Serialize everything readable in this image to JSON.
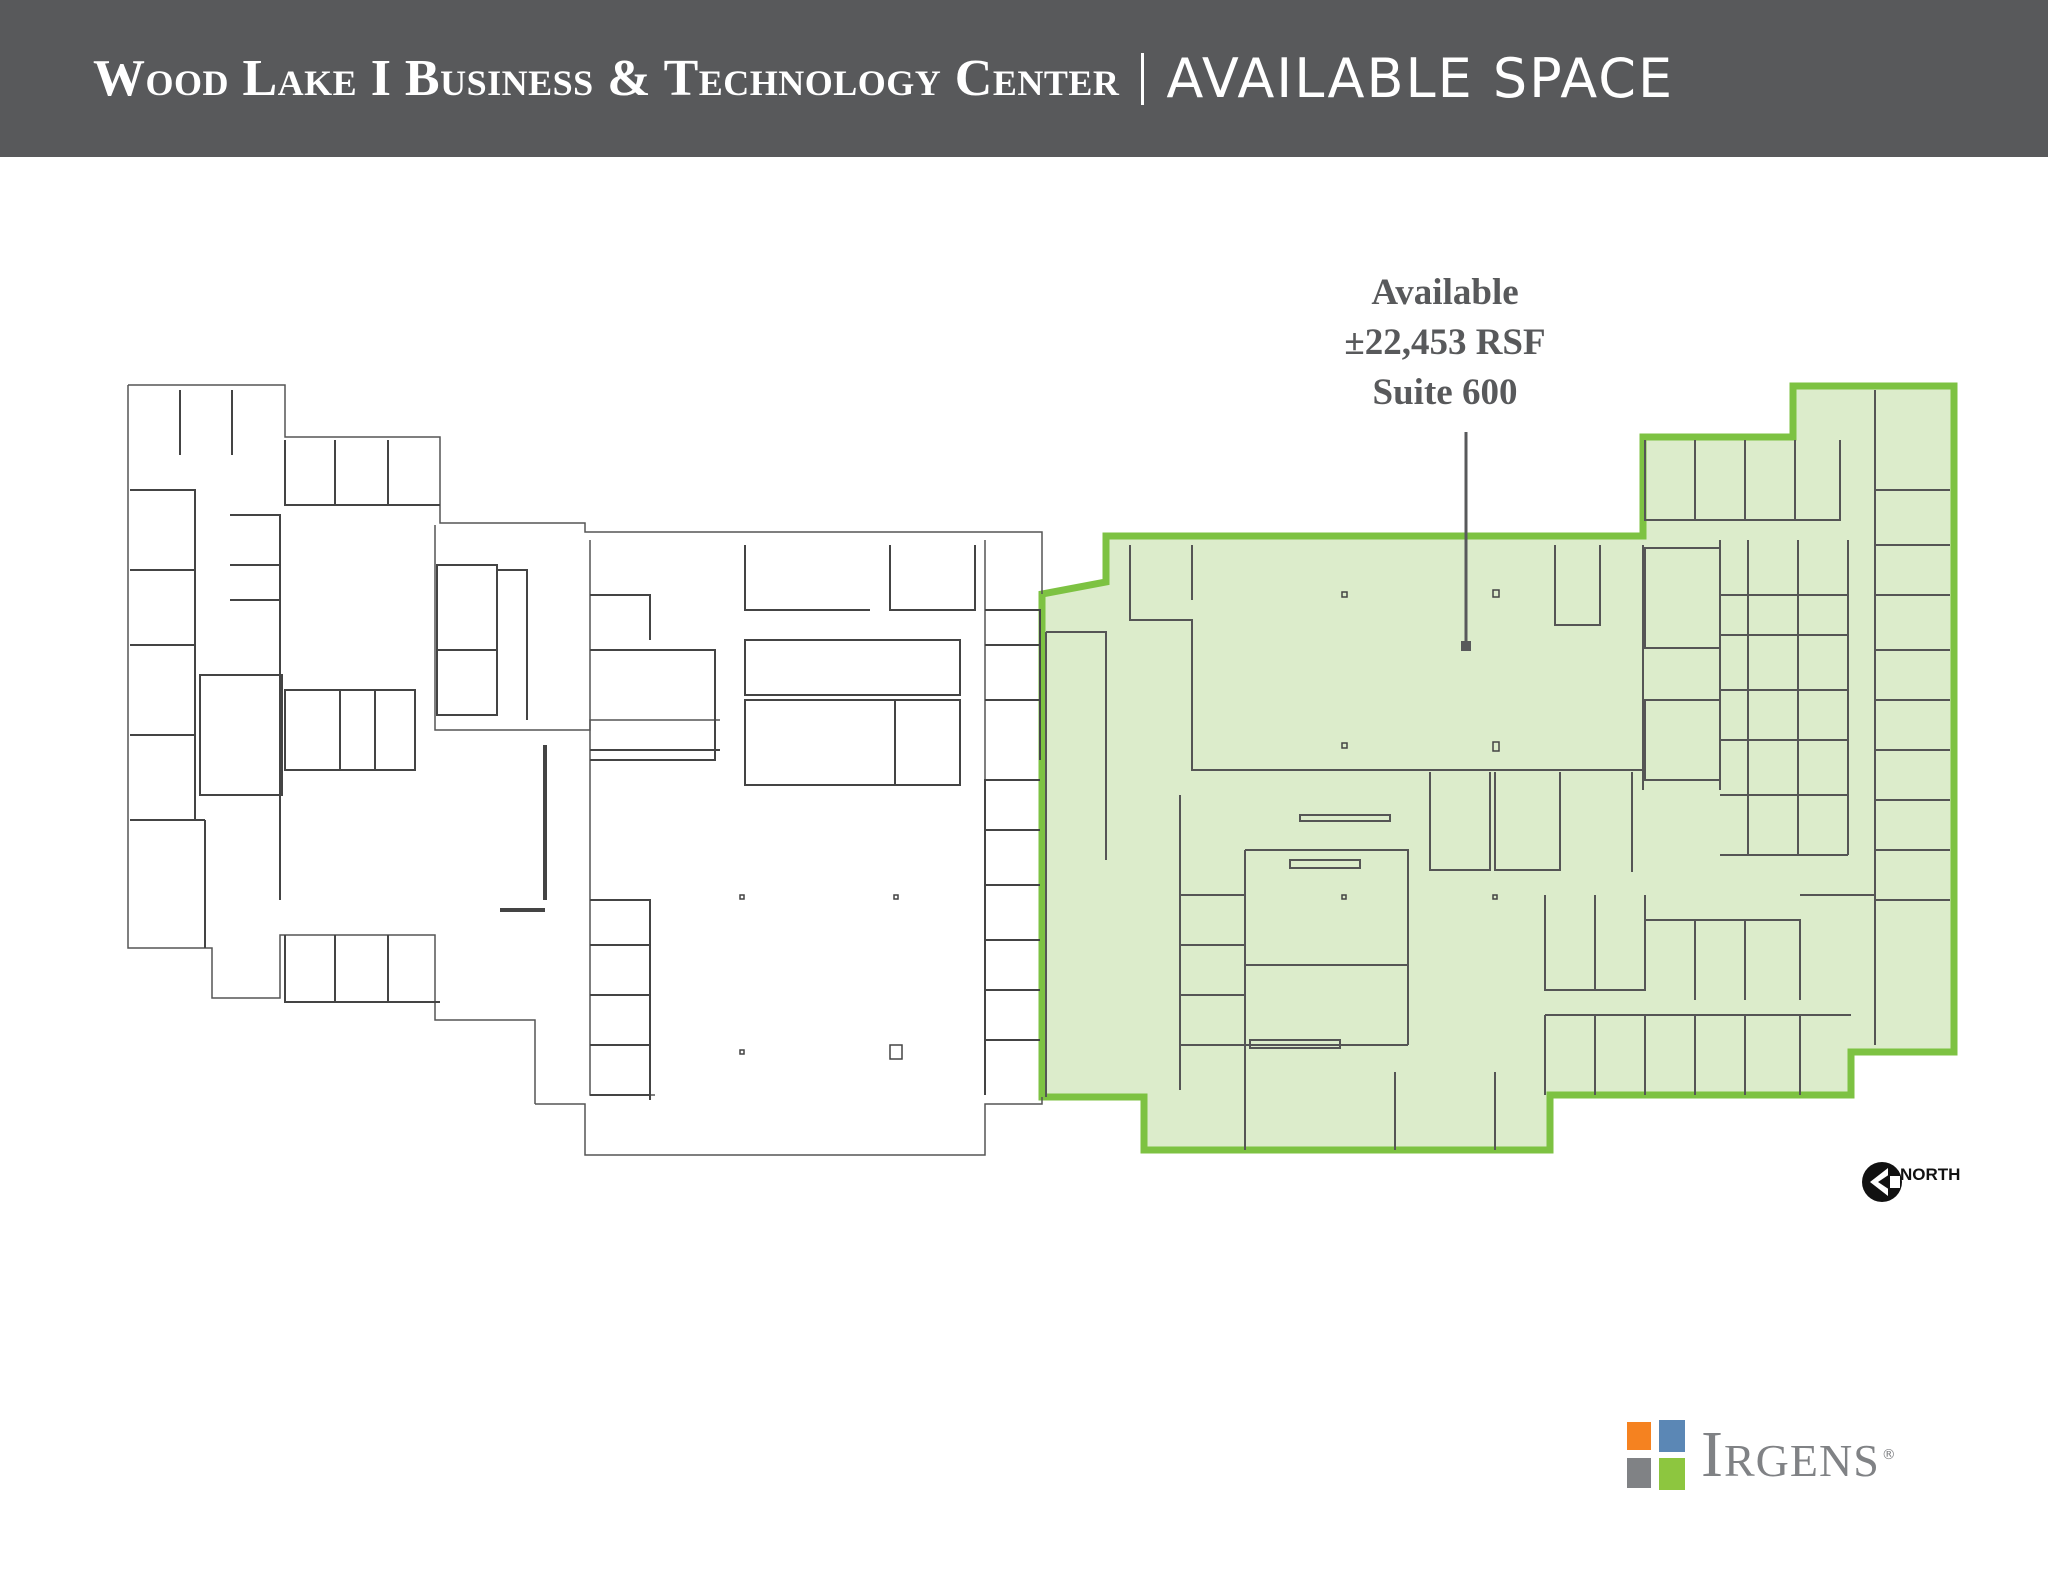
{
  "header": {
    "title": "Wood Lake I Business & Technology Center",
    "subtitle": "AVAILABLE SPACE"
  },
  "available": {
    "line1": "Available",
    "line2": "±22,453 RSF",
    "line3": "Suite 600"
  },
  "compass": {
    "label": "NORTH"
  },
  "logo": {
    "name": "Irgens",
    "registered": "®"
  },
  "colors": {
    "header_bg": "#58595b",
    "highlight_fill": "#dceccb",
    "highlight_stroke": "#7dc242",
    "logo_orange": "#f58220",
    "logo_blue": "#5b87b5",
    "logo_green": "#8dc63f",
    "logo_gray": "#808285"
  }
}
